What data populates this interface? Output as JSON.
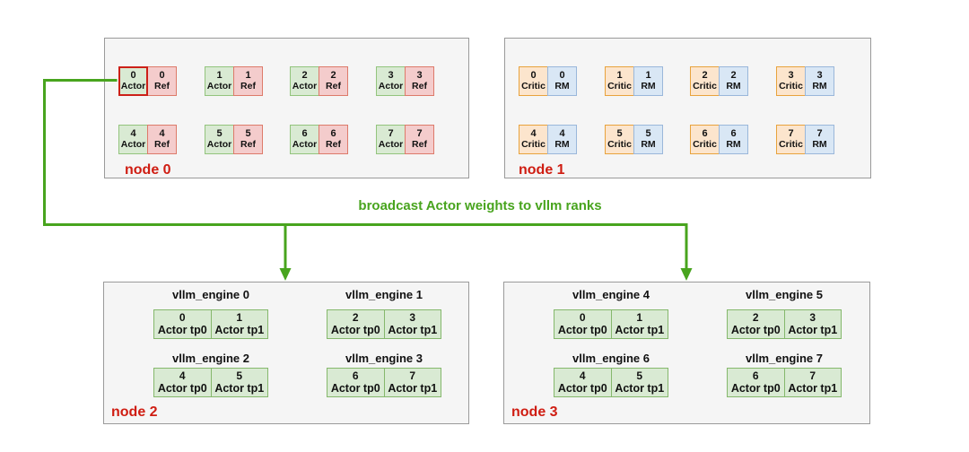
{
  "diagram_title": "",
  "broadcast": {
    "label": "broadcast Actor weights to vllm ranks"
  },
  "colors": {
    "arrow_green": "#48a41e",
    "node_label_red": "#cf1d12",
    "node_fill": "#f5f5f5",
    "node_border": "#9a9a9a",
    "actor_fill": "#d9ead3",
    "actor_border": "#93c47d",
    "ref_fill": "#f4cccc",
    "ref_border": "#dd7a6a",
    "critic_fill": "#fce5cd",
    "critic_border": "#e8a33d",
    "rm_fill": "#d9e7f5",
    "rm_border": "#9ab7da",
    "highlight_border": "#cc2018"
  },
  "node0": {
    "label": "node 0",
    "pairs": [
      {
        "num": "0",
        "left": "Actor",
        "right": "Ref"
      },
      {
        "num": "1",
        "left": "Actor",
        "right": "Ref"
      },
      {
        "num": "2",
        "left": "Actor",
        "right": "Ref"
      },
      {
        "num": "3",
        "left": "Actor",
        "right": "Ref"
      },
      {
        "num": "4",
        "left": "Actor",
        "right": "Ref"
      },
      {
        "num": "5",
        "left": "Actor",
        "right": "Ref"
      },
      {
        "num": "6",
        "left": "Actor",
        "right": "Ref"
      },
      {
        "num": "7",
        "left": "Actor",
        "right": "Ref"
      }
    ]
  },
  "node1": {
    "label": "node 1",
    "pairs": [
      {
        "num": "0",
        "left": "Critic",
        "right": "RM"
      },
      {
        "num": "1",
        "left": "Critic",
        "right": "RM"
      },
      {
        "num": "2",
        "left": "Critic",
        "right": "RM"
      },
      {
        "num": "3",
        "left": "Critic",
        "right": "RM"
      },
      {
        "num": "4",
        "left": "Critic",
        "right": "RM"
      },
      {
        "num": "5",
        "left": "Critic",
        "right": "RM"
      },
      {
        "num": "6",
        "left": "Critic",
        "right": "RM"
      },
      {
        "num": "7",
        "left": "Critic",
        "right": "RM"
      }
    ]
  },
  "node2": {
    "label": "node 2",
    "engines": [
      {
        "title": "vllm_engine 0",
        "cells": [
          {
            "num": "0",
            "label": "Actor tp0"
          },
          {
            "num": "1",
            "label": "Actor tp1"
          }
        ]
      },
      {
        "title": "vllm_engine 1",
        "cells": [
          {
            "num": "2",
            "label": "Actor tp0"
          },
          {
            "num": "3",
            "label": "Actor tp1"
          }
        ]
      },
      {
        "title": "vllm_engine 2",
        "cells": [
          {
            "num": "4",
            "label": "Actor tp0"
          },
          {
            "num": "5",
            "label": "Actor tp1"
          }
        ]
      },
      {
        "title": "vllm_engine 3",
        "cells": [
          {
            "num": "6",
            "label": "Actor tp0"
          },
          {
            "num": "7",
            "label": "Actor tp1"
          }
        ]
      }
    ]
  },
  "node3": {
    "label": "node 3",
    "engines": [
      {
        "title": "vllm_engine 4",
        "cells": [
          {
            "num": "0",
            "label": "Actor tp0"
          },
          {
            "num": "1",
            "label": "Actor tp1"
          }
        ]
      },
      {
        "title": "vllm_engine 5",
        "cells": [
          {
            "num": "2",
            "label": "Actor tp0"
          },
          {
            "num": "3",
            "label": "Actor tp1"
          }
        ]
      },
      {
        "title": "vllm_engine 6",
        "cells": [
          {
            "num": "4",
            "label": "Actor tp0"
          },
          {
            "num": "5",
            "label": "Actor tp1"
          }
        ]
      },
      {
        "title": "vllm_engine 7",
        "cells": [
          {
            "num": "6",
            "label": "Actor tp0"
          },
          {
            "num": "7",
            "label": "Actor tp1"
          }
        ]
      }
    ]
  }
}
